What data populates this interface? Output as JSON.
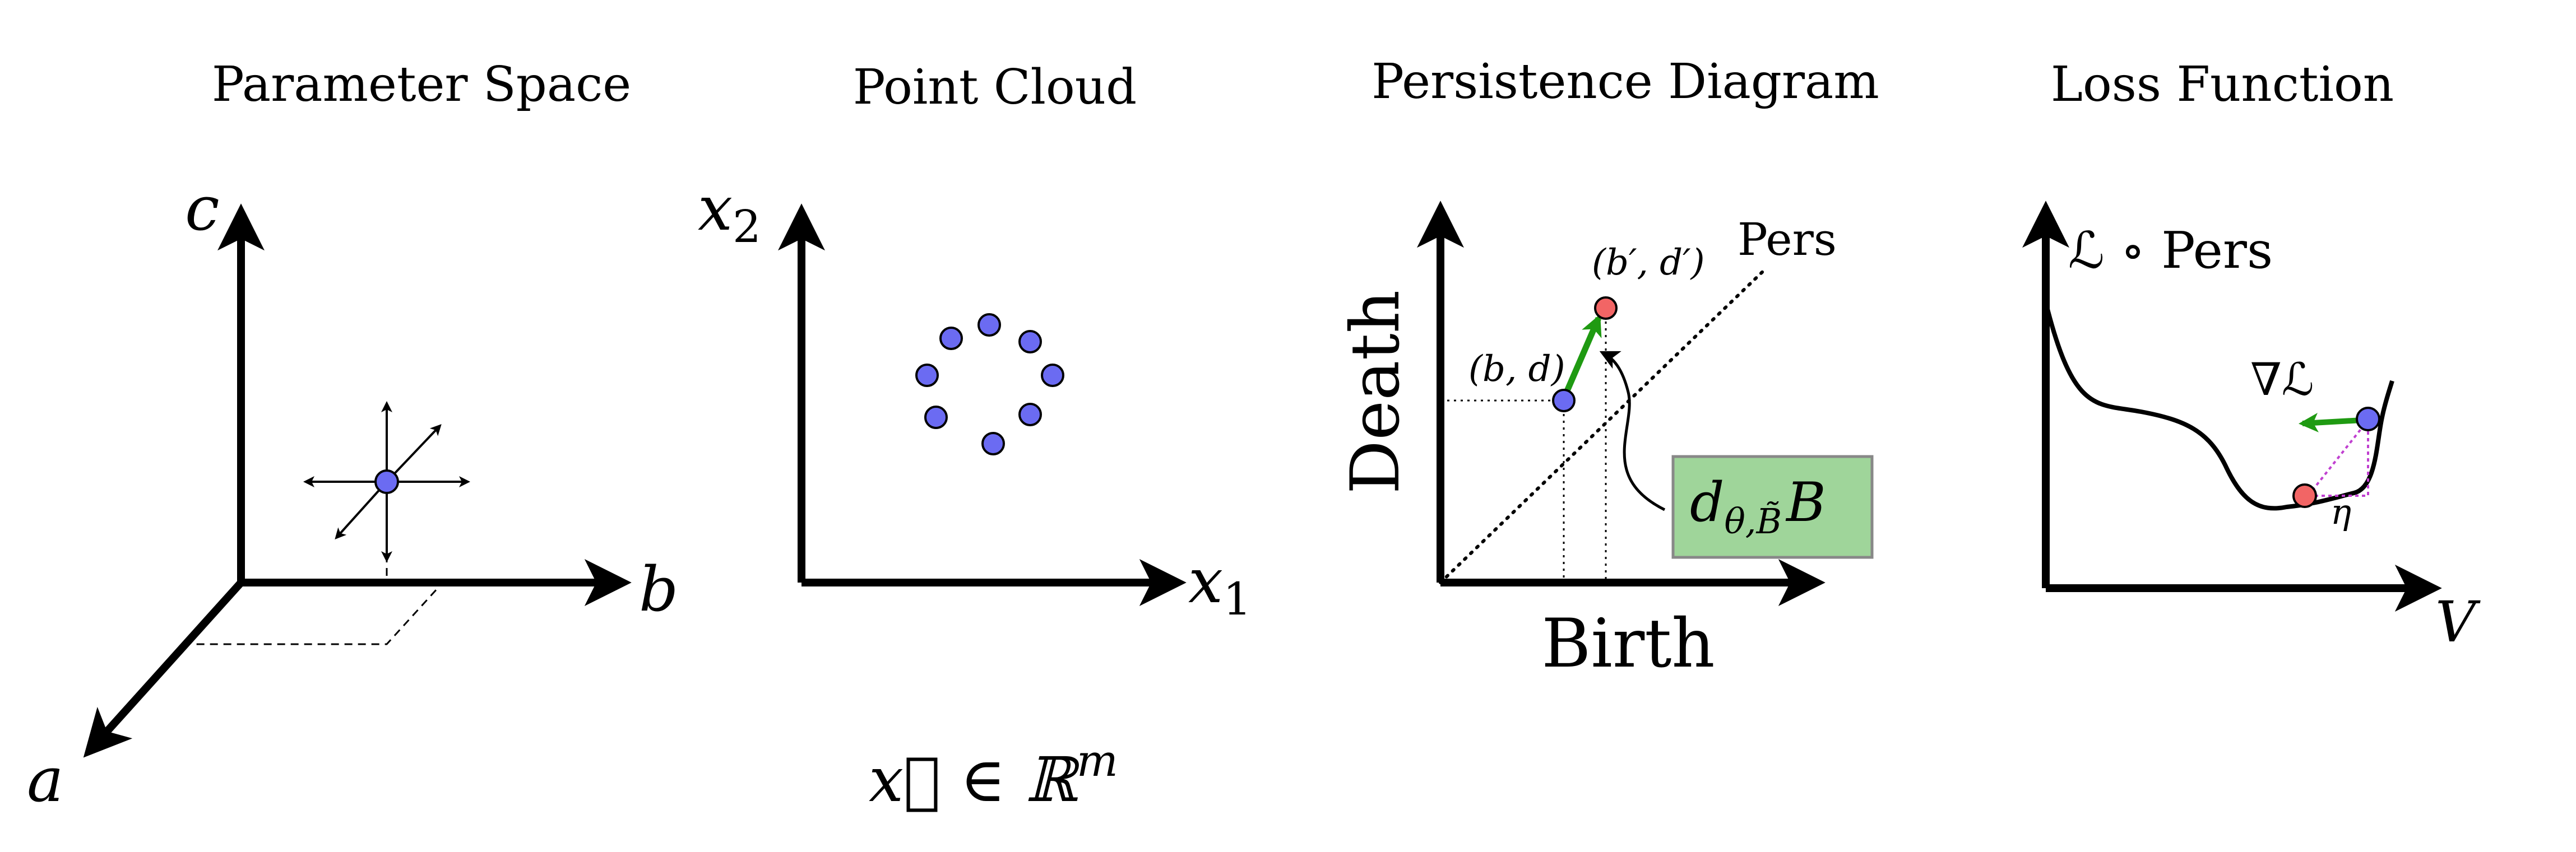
{
  "panels": [
    {
      "title": "Parameter Space",
      "axis_labels": {
        "vertical": "c",
        "horizontal": "b",
        "depth": "a"
      }
    },
    {
      "title": "Point Cloud",
      "axis_labels": {
        "vertical": "x",
        "vertical_sub": "2",
        "horizontal": "x",
        "horizontal_sub": "1"
      },
      "caption": "x⃗ ∈ ℝ",
      "caption_sup": "m"
    },
    {
      "title": "Persistence Diagram",
      "axis_labels": {
        "vertical": "Death",
        "horizontal": "Birth"
      },
      "diagonal_label": "Pers",
      "point_before": "(b, d)",
      "point_after": "(b′, d′)",
      "box_label": "d",
      "box_sub": "θ,B̃",
      "box_suffix": "B"
    },
    {
      "title": "Loss Function",
      "axis_labels": {
        "vertical": "ℒ ∘ Pers",
        "horizontal": "V"
      },
      "gradient_label": "∇ℒ",
      "step_label": "η"
    }
  ],
  "colors": {
    "point_blue": "#6b6bf2",
    "point_red": "#f26565",
    "arrow_green": "#1f9a12",
    "box_fill": "#9fd59a",
    "step_magenta": "#c040d0"
  }
}
